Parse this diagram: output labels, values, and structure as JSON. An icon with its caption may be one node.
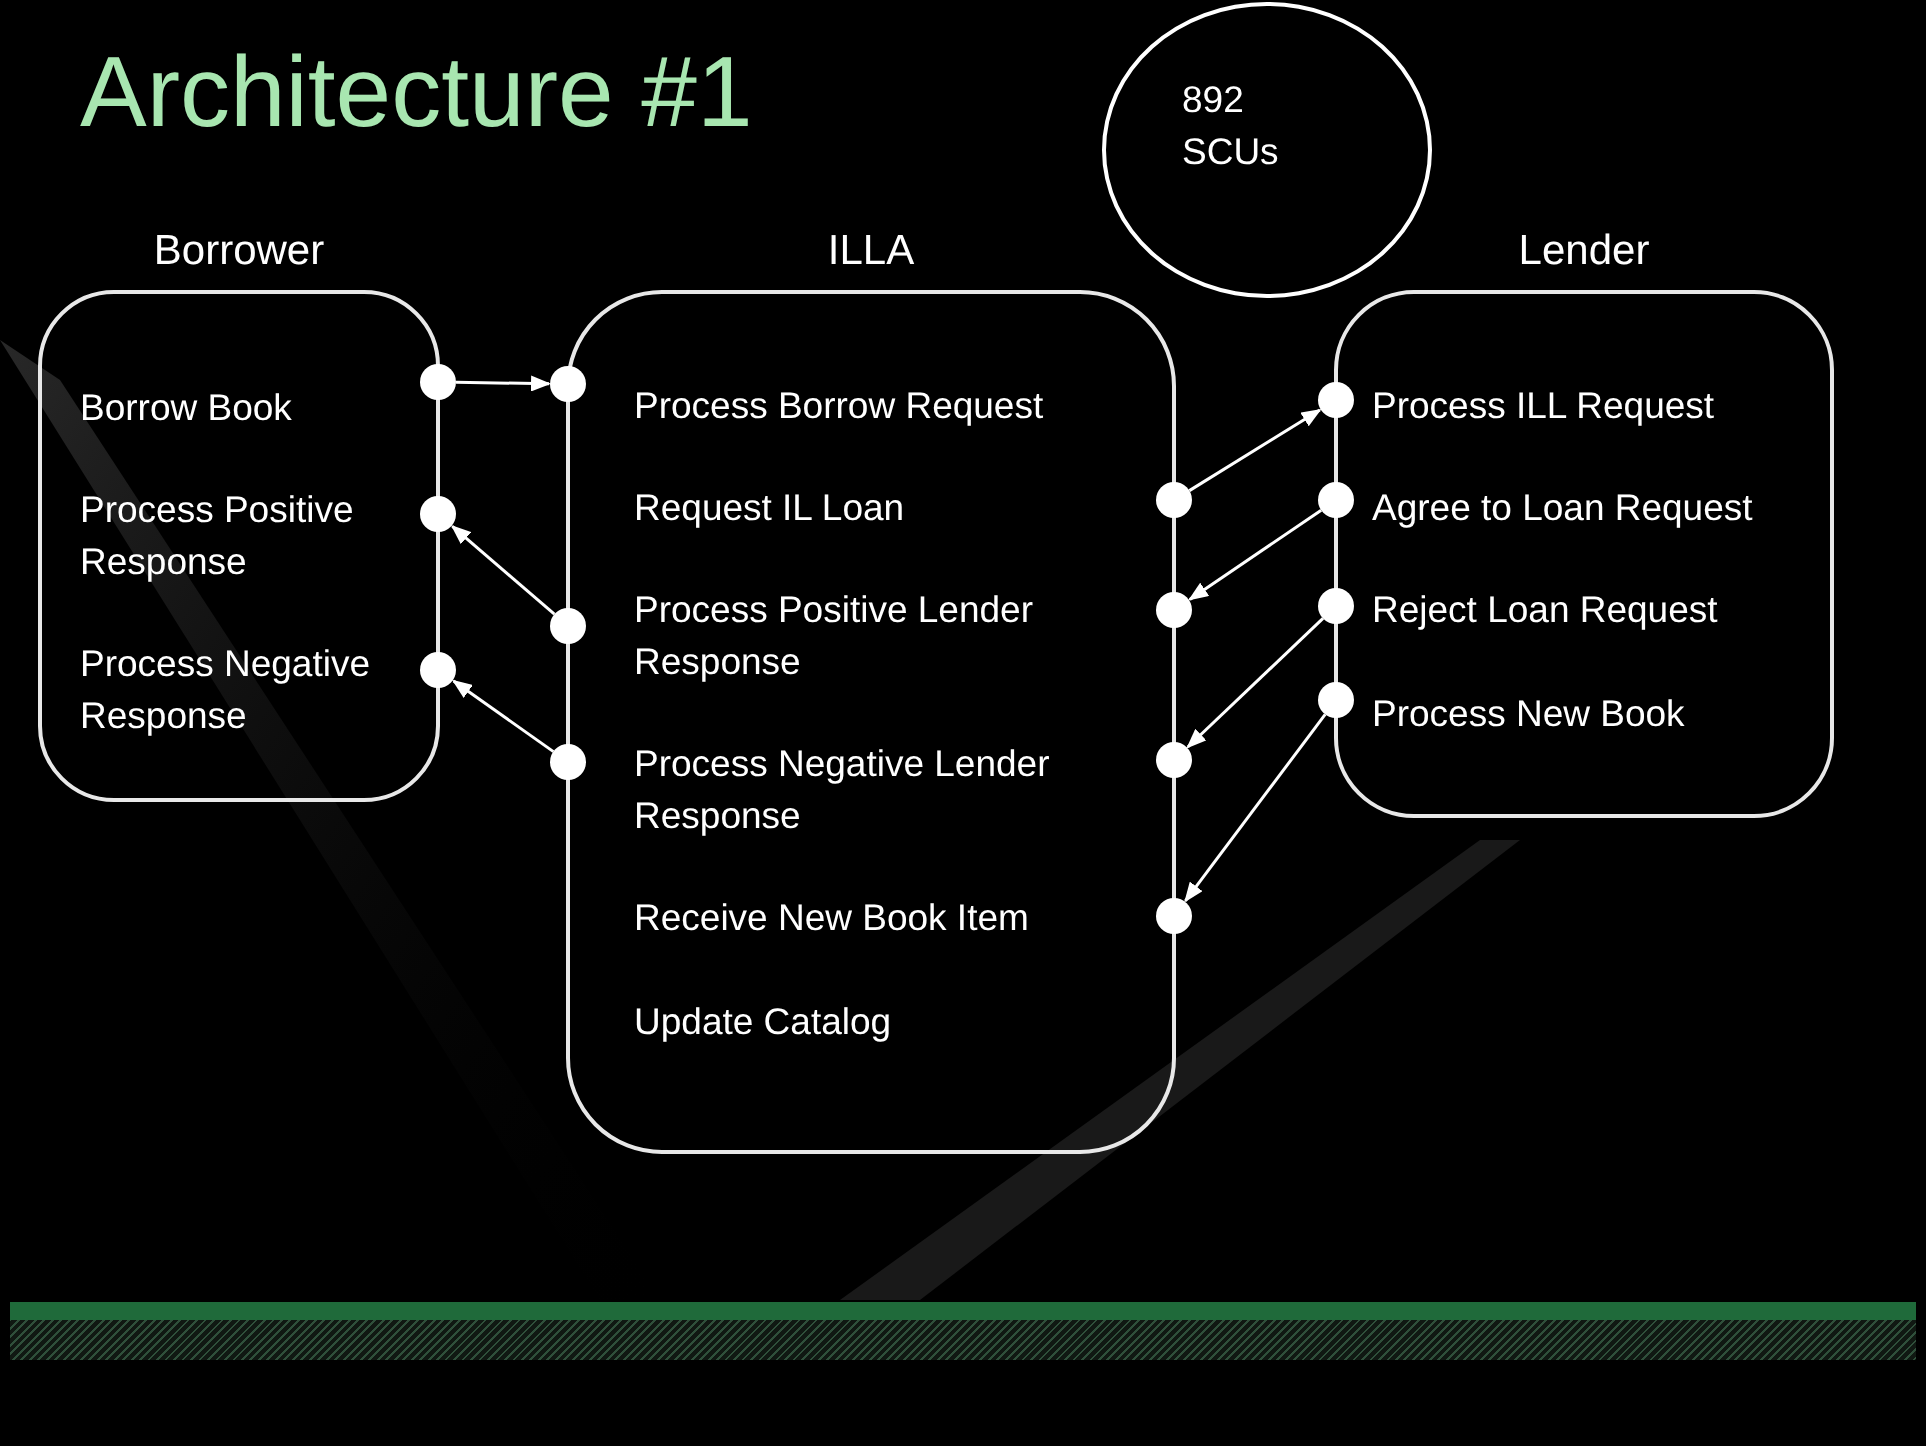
{
  "diagram": {
    "title": "Architecture #1",
    "nodes": [
      {
        "text": [
          "892 SCUs"
        ]
      },
      {
        "text": [
          "Borrower"
        ]
      },
      {
        "text": [
          "Borrow Book"
        ],
        "in": 1
      },
      {
        "text": [
          "Process Positive Response"
        ],
        "in": 1
      },
      {
        "text": [
          "Process Negative Response"
        ],
        "in": 1
      },
      {
        "text": [
          "ILLA"
        ]
      },
      {
        "text": [
          "Process Borrow Request"
        ],
        "in": 5
      },
      {
        "text": [
          "Request IL Loan"
        ],
        "in": 5
      },
      {
        "text": [
          "Process Positive Lender Response"
        ],
        "in": 5
      },
      {
        "text": [
          "Process Negative Lender Response"
        ],
        "in": 5
      },
      {
        "text": [
          "Receive New Book Item"
        ],
        "in": 5
      },
      {
        "text": [
          "Update Catalog"
        ],
        "in": 5
      },
      {
        "text": [
          "Lender"
        ]
      },
      {
        "text": [
          "Process ILL Request"
        ],
        "in": 12
      },
      {
        "text": [
          "Agree to Loan Request"
        ],
        "in": 12
      },
      {
        "text": [
          "Reject Loan Request"
        ],
        "in": 12
      },
      {
        "text": [
          "Process New Book"
        ],
        "in": 12
      },
      {
        "text": [],
        "shape": "circle"
      },
      {
        "text": [],
        "shape": "circle"
      },
      {
        "text": [],
        "shape": "circle"
      },
      {
        "text": [],
        "shape": "circle"
      },
      {
        "text": [],
        "shape": "circle"
      },
      {
        "text": [],
        "shape": "circle"
      },
      {
        "text": [],
        "shape": "circle"
      },
      {
        "text": [],
        "shape": "circle"
      },
      {
        "text": [],
        "shape": "circle"
      },
      {
        "text": [],
        "shape": "circle"
      },
      {
        "text": [],
        "shape": "circle"
      },
      {
        "text": [],
        "shape": "circle"
      },
      {
        "text": [],
        "shape": "circle"
      },
      {
        "text": [],
        "shape": "circle"
      }
    ],
    "edges": [
      {
        "from": 17,
        "to": 20,
        "arrow": "to"
      },
      {
        "from": 21,
        "to": 18,
        "arrow": "to"
      },
      {
        "from": 22,
        "to": 19,
        "arrow": "to"
      },
      {
        "from": 23,
        "to": 27,
        "arrow": "to"
      },
      {
        "from": 28,
        "to": 24,
        "arrow": "to"
      },
      {
        "from": 29,
        "to": 25,
        "arrow": "to"
      },
      {
        "from": 30,
        "to": 26,
        "arrow": "to"
      }
    ]
  }
}
